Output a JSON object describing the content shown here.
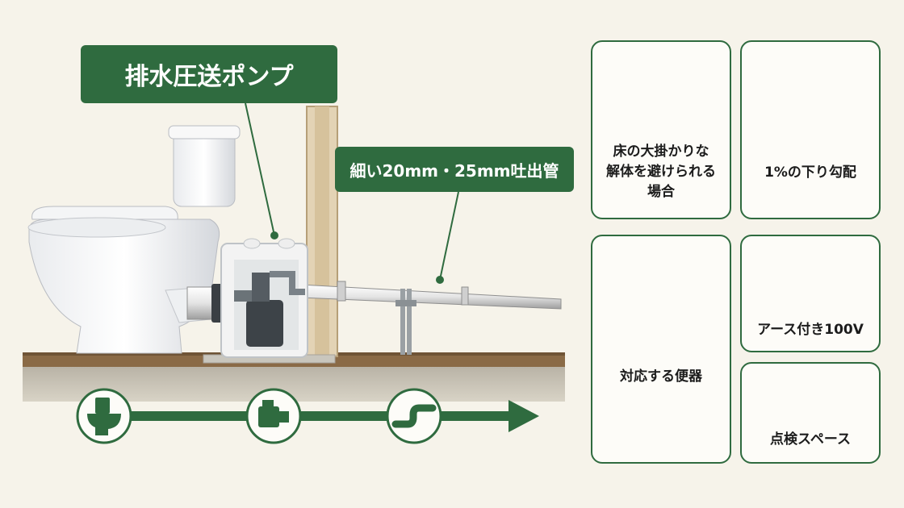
{
  "labels": {
    "pump": "排水圧送ポンプ",
    "pipe": "細い20mm・25mm吐出管"
  },
  "cards": {
    "demolition": "床の大掛かりな\n解体を避けられる\n場合",
    "slope": "1%の下り勾配",
    "toilet": "対応する便器",
    "outlet": "アース付き100V",
    "inspection": "点検スペース"
  },
  "flow_steps": [
    "toilet-icon",
    "pump-icon",
    "pipe-icon"
  ],
  "colors": {
    "accent": "#2f6b3f",
    "background": "#f6f3ea"
  }
}
